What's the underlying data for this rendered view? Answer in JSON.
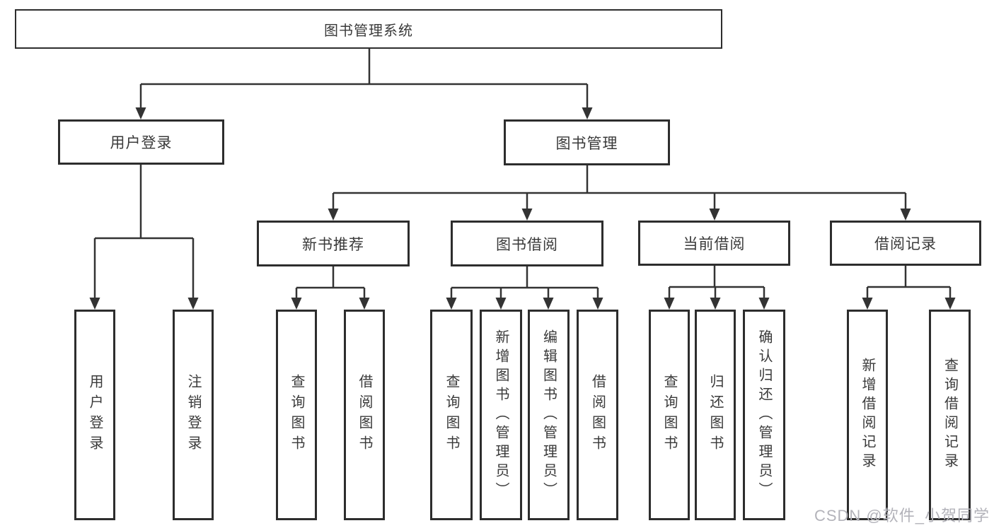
{
  "diagram": {
    "root": "图书管理系统",
    "level2": {
      "user_login": "用户登录",
      "book_management": "图书管理"
    },
    "level3": {
      "new_book": "新书推荐",
      "book_borrow": "图书借阅",
      "current_borrow": "当前借阅",
      "borrow_record": "借阅记录"
    },
    "leaves": {
      "user_login": [
        "用户登录",
        "注销登录"
      ],
      "new_book": [
        "查询图书",
        "借阅图书"
      ],
      "book_borrow": [
        "查询图书",
        "新增图书（管理员）",
        "编辑图书（管理员）",
        "借阅图书"
      ],
      "current_borrow": [
        "查询图书",
        "归还图书",
        "确认归还（管理员）"
      ],
      "borrow_record": [
        "新增借阅记录",
        "查询借阅记录"
      ]
    },
    "line_color": "#333333",
    "box_border_color": "#2d2d2d",
    "box_background": "#ffffff",
    "text_color": "#3a3a3a"
  },
  "watermark": {
    "text": "CSDN @软件_小贺同学",
    "color": "#b3b3ba"
  }
}
